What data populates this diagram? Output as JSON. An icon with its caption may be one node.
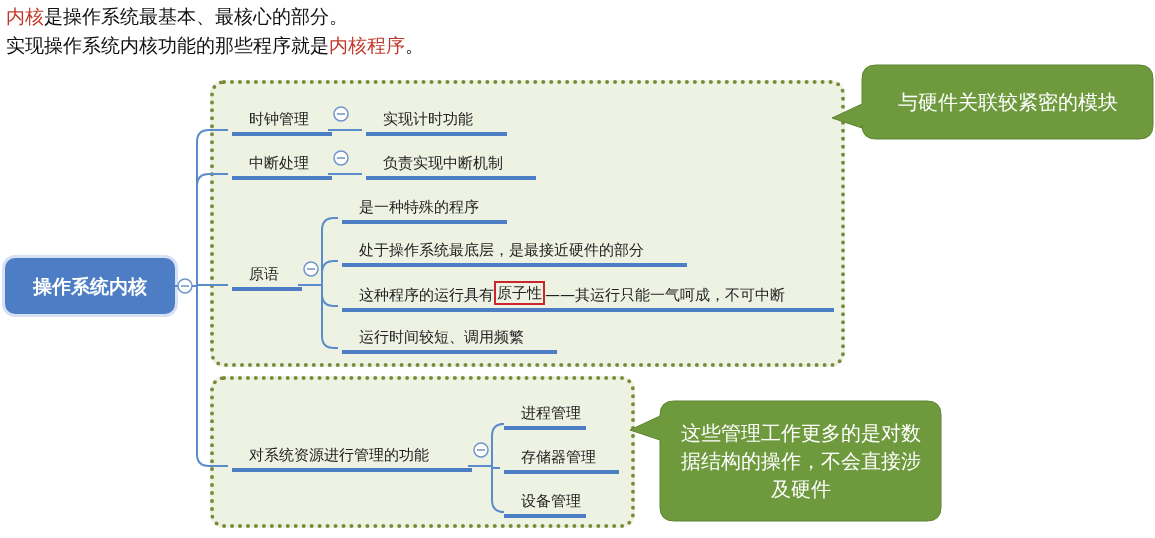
{
  "diagram": {
    "nodes": [
      {
        "text": [],
        "shape": "box"
      },
      {
        "text": [],
        "shape": "box"
      },
      {
        "text": [
          "操作系统内核"
        ]
      },
      {
        "text": [
          "时钟管理"
        ],
        "in": 0
      },
      {
        "text": [
          "实现计时功能"
        ],
        "in": 0
      },
      {
        "text": [
          "中断处理"
        ],
        "in": 0
      },
      {
        "text": [
          "负责实现中断机制"
        ],
        "in": 0
      },
      {
        "text": [
          "原语"
        ],
        "in": 0
      },
      {
        "text": [
          "是一种特殊的程序"
        ],
        "in": 0
      },
      {
        "text": [
          "处于操作系统最底层，是最接近硬件的部分"
        ],
        "in": 0
      },
      {
        "text": [
          "这种程序的运行具有",
          "原子性",
          "——其运行只能一气呵成，不可中断"
        ],
        "in": 0
      },
      {
        "text": [
          "运行时间较短、调用频繁"
        ],
        "in": 0
      },
      {
        "text": [
          "对系统资源进行管理的功能"
        ],
        "in": 1
      },
      {
        "text": [
          "进程管理"
        ],
        "in": 1
      },
      {
        "text": [
          "存储器管理"
        ],
        "in": 1
      },
      {
        "text": [
          "设备管理"
        ],
        "in": 1
      },
      {
        "text": [
          "与硬件关联较紧密的模块"
        ]
      },
      {
        "text": [
          "这些管理工作更多的是对数据结构的操作，不会直接涉及硬件"
        ]
      }
    ],
    "edges": [
      {
        "from": 2,
        "to": 3,
        "arrow": "none"
      },
      {
        "from": 2,
        "to": 5,
        "arrow": "none"
      },
      {
        "from": 2,
        "to": 7,
        "arrow": "none"
      },
      {
        "from": 2,
        "to": 12,
        "arrow": "none"
      },
      {
        "from": 3,
        "to": 4,
        "arrow": "none"
      },
      {
        "from": 5,
        "to": 6,
        "arrow": "none"
      },
      {
        "from": 7,
        "to": 8,
        "arrow": "none"
      },
      {
        "from": 7,
        "to": 9,
        "arrow": "none"
      },
      {
        "from": 7,
        "to": 10,
        "arrow": "none"
      },
      {
        "from": 7,
        "to": 11,
        "arrow": "none"
      },
      {
        "from": 12,
        "to": 13,
        "arrow": "none"
      },
      {
        "from": 12,
        "to": 14,
        "arrow": "none"
      },
      {
        "from": 12,
        "to": 15,
        "arrow": "none"
      }
    ],
    "labels": [
      "内核",
      "是操作系统最基本、最核心的部分。",
      "实现操作系统内核功能的那些程序就是",
      "内核程序",
      "。"
    ]
  }
}
